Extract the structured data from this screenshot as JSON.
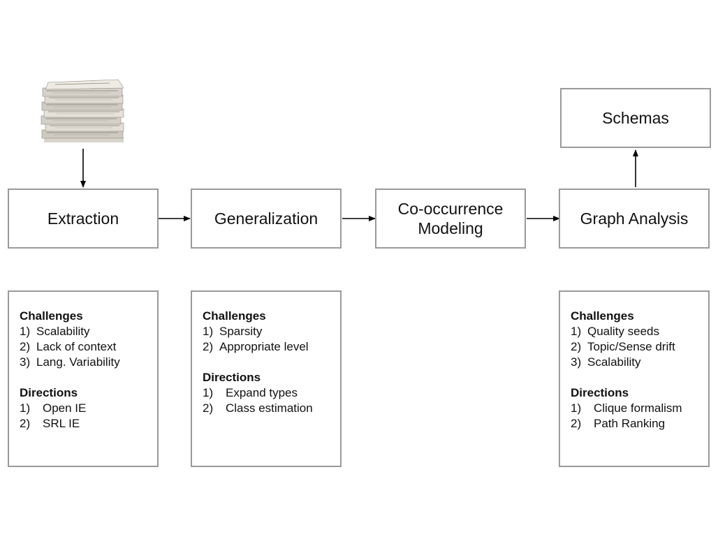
{
  "stages": {
    "extraction": "Extraction",
    "generalization": "Generalization",
    "cooccurrence": [
      "Co-occurrence",
      "Modeling"
    ],
    "graph_analysis": "Graph Analysis",
    "schemas": "Schemas"
  },
  "info": {
    "extraction": {
      "challenges_heading": "Challenges",
      "challenges": [
        {
          "num": "1)",
          "text": "Scalability"
        },
        {
          "num": "2)",
          "text": "Lack of context"
        },
        {
          "num": "3)",
          "text": "Lang. Variability"
        }
      ],
      "directions_heading": "Directions",
      "directions": [
        {
          "num": "1)",
          "text": "Open IE"
        },
        {
          "num": "2)",
          "text": "SRL IE"
        }
      ]
    },
    "generalization": {
      "challenges_heading": "Challenges",
      "challenges": [
        {
          "num": "1)",
          "text": "Sparsity"
        },
        {
          "num": "2)",
          "text": "Appropriate level"
        }
      ],
      "directions_heading": "Directions",
      "directions": [
        {
          "num": "1)",
          "text": "Expand types"
        },
        {
          "num": "2)",
          "text": "Class estimation"
        }
      ]
    },
    "graph_analysis": {
      "challenges_heading": "Challenges",
      "challenges": [
        {
          "num": "1)",
          "text": "Quality seeds"
        },
        {
          "num": "2)",
          "text": "Topic/Sense drift"
        },
        {
          "num": "3)",
          "text": "Scalability"
        }
      ],
      "directions_heading": "Directions",
      "directions": [
        {
          "num": "1)",
          "text": "Clique formalism"
        },
        {
          "num": "2)",
          "text": "Path Ranking"
        }
      ]
    }
  },
  "icons": {
    "source": "newspaper-stack-icon"
  },
  "colors": {
    "box_border": "#9a9a9a",
    "arrow": "#000000",
    "text": "#111111"
  }
}
